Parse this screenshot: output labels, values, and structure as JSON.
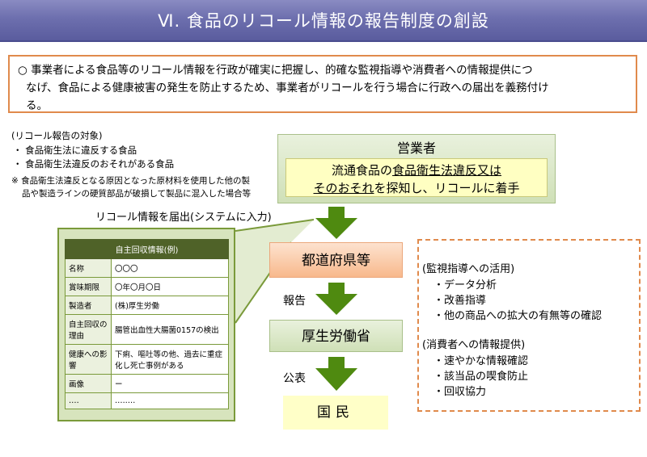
{
  "header": {
    "title": "Ⅵ. 食品のリコール情報の報告制度の創設"
  },
  "summary": {
    "lines": [
      "○  事業者による食品等のリコール情報を行政が確実に把握し、的確な監視指導や消費者への情報提供につ",
      "   なげ、食品による健康被害の発生を防止するため、事業者がリコールを行う場合に行政への届出を義務付け",
      "   る。"
    ]
  },
  "target": {
    "title": "(リコール報告の対象)",
    "items": [
      "・ 食品衛生法に違反する食品",
      "・ 食品衛生法違反のおそれがある食品"
    ],
    "note_lines": [
      "※  食品衛生法違反となる原因となった原材料を使用した他の製",
      "品や製造ラインの硬質部品が破損して製品に混入した場合等"
    ]
  },
  "notify_label": "リコール情報を届出(システムに入力)",
  "card": {
    "header": "自主回収情報(例)",
    "rows": [
      {
        "key": "名称",
        "value": "〇〇〇"
      },
      {
        "key": "賞味期限",
        "value": "〇年〇月〇日"
      },
      {
        "key": "製造者",
        "value": "(株)厚生労働"
      },
      {
        "key": "自主回収の理由",
        "value": "腸管出血性大腸菌0157の検出"
      },
      {
        "key": "健康への影響",
        "value": "下痢、嘔吐等の他、過去に重症化し死亡事例がある"
      },
      {
        "key": "画像",
        "value": "ー"
      },
      {
        "key": "‥‥",
        "value": "‥‥‥‥"
      }
    ]
  },
  "flow": {
    "operator": {
      "title": "営業者",
      "line1_pre": "流通食品の",
      "line1_ul": "食品衛生法違反又は",
      "line2_ul": "そのおそれ",
      "line2_post": "を探知し、リコールに着手"
    },
    "prefecture": "都道府県等",
    "report_label": "報告",
    "mhlw": "厚生労働省",
    "publish_label": "公表",
    "citizens": "国民"
  },
  "usage": {
    "monitoring_title": "(監視指導への活用)",
    "monitoring_items": [
      "・データ分析",
      "・改善指導",
      "・他の商品への拡大の有無等の確認"
    ],
    "info_title": "(消費者への情報提供)",
    "info_items": [
      "・速やかな情報確認",
      "・該当品の喫食防止",
      "・回収協力"
    ]
  },
  "colors": {
    "header": "#6d6fae",
    "accent_orange": "#e08a4c",
    "card_green": "#4f6228",
    "arrow_green": "#4f8a10"
  }
}
